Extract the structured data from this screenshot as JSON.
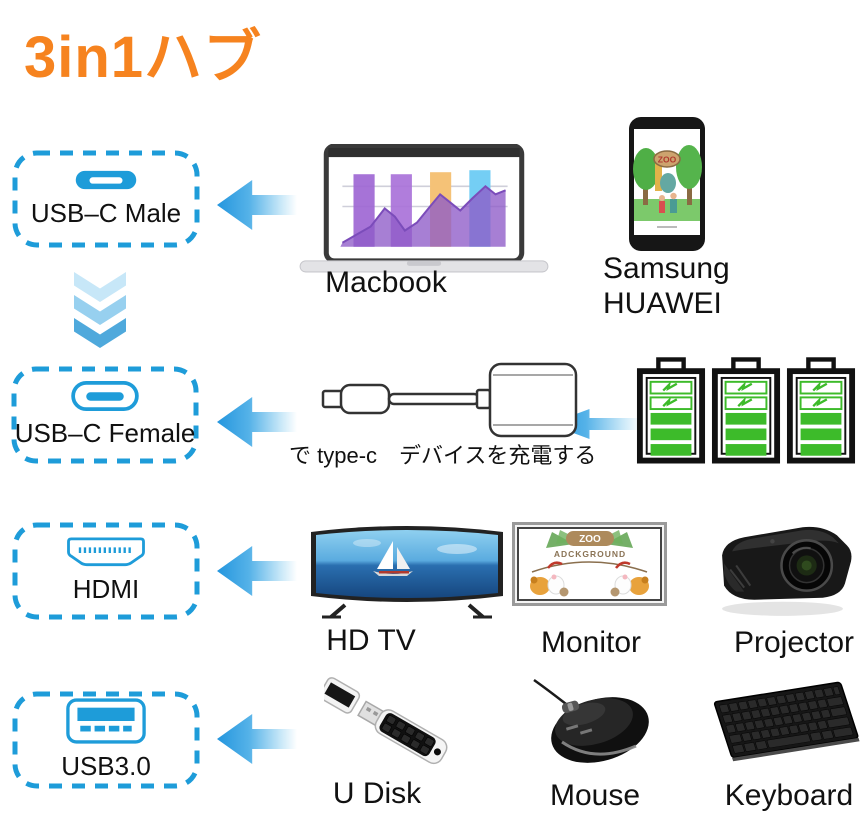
{
  "title": "3in1ハブ",
  "colors": {
    "accent_orange": "#F6831F",
    "accent_blue": "#1E9CD9",
    "battery_green": "#3DBB2A"
  },
  "ports": [
    {
      "label": "USB–C Male",
      "icon": "usb-c-male-icon"
    },
    {
      "label": "USB–C Female",
      "icon": "usb-c-female-icon"
    },
    {
      "label": "HDMI",
      "icon": "hdmi-icon"
    },
    {
      "label": "USB3.0",
      "icon": "usb-a-icon"
    }
  ],
  "charge_caption": "で type-c　デバイスを充電する",
  "device_labels": {
    "macbook": "Macbook",
    "phone": "Samsung\nHUAWEI",
    "hdtv": "HD TV",
    "monitor": "Monitor",
    "projector": "Projector",
    "udisk": "U Disk",
    "mouse": "Mouse",
    "keyboard": "Keyboard"
  },
  "screen_texts": {
    "phone_zoo_sign": "ZOO",
    "monitor_banner_line1": "ZOO",
    "monitor_banner_line2": "ADCKGROUND"
  }
}
